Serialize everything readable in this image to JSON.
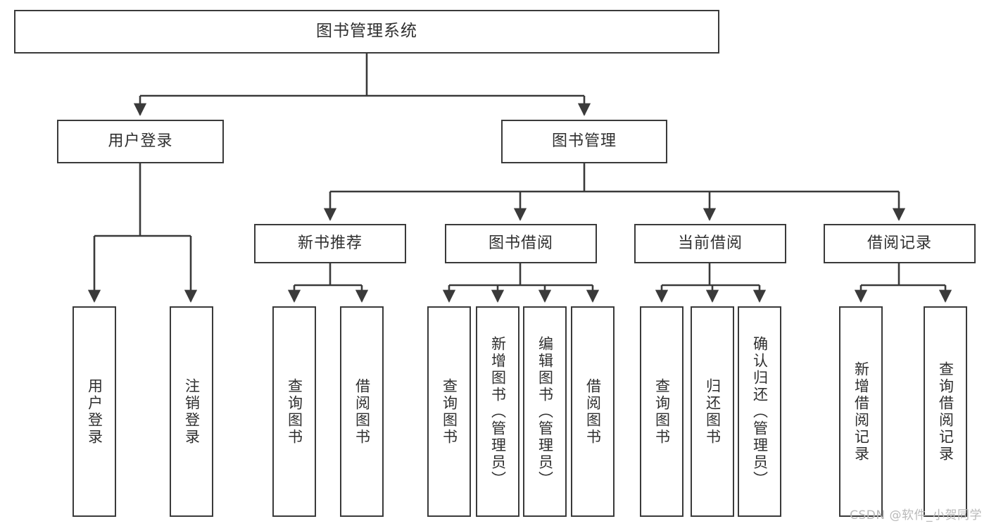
{
  "diagram": {
    "type": "tree-hierarchy",
    "title": "图书管理系统",
    "watermark": "CSDN @软件_小贺同学",
    "colors": {
      "box_border": "#3a3a3a",
      "box_fill": "#ffffff",
      "connector": "#3a3a3a",
      "text": "#2f2f2f",
      "watermark": "#b9b9b9"
    },
    "root": {
      "label": "图书管理系统"
    },
    "level1": [
      {
        "label": "用户登录"
      },
      {
        "label": "图书管理"
      }
    ],
    "level2": [
      {
        "label": "新书推荐"
      },
      {
        "label": "图书借阅"
      },
      {
        "label": "当前借阅"
      },
      {
        "label": "借阅记录"
      }
    ],
    "leaves": {
      "user_login": [
        {
          "label": "用户登录"
        },
        {
          "label": "注销登录"
        }
      ],
      "new_book_recommend": [
        {
          "label": "查询图书"
        },
        {
          "label": "借阅图书"
        }
      ],
      "book_borrow": [
        {
          "label": "查询图书"
        },
        {
          "label": "新增图书（管理员）"
        },
        {
          "label": "编辑图书（管理员）"
        },
        {
          "label": "借阅图书"
        }
      ],
      "current_borrow": [
        {
          "label": "查询图书"
        },
        {
          "label": "归还图书"
        },
        {
          "label": "确认归还（管理员）"
        }
      ],
      "borrow_record": [
        {
          "label": "新增借阅记录"
        },
        {
          "label": "查询借阅记录"
        }
      ]
    }
  }
}
